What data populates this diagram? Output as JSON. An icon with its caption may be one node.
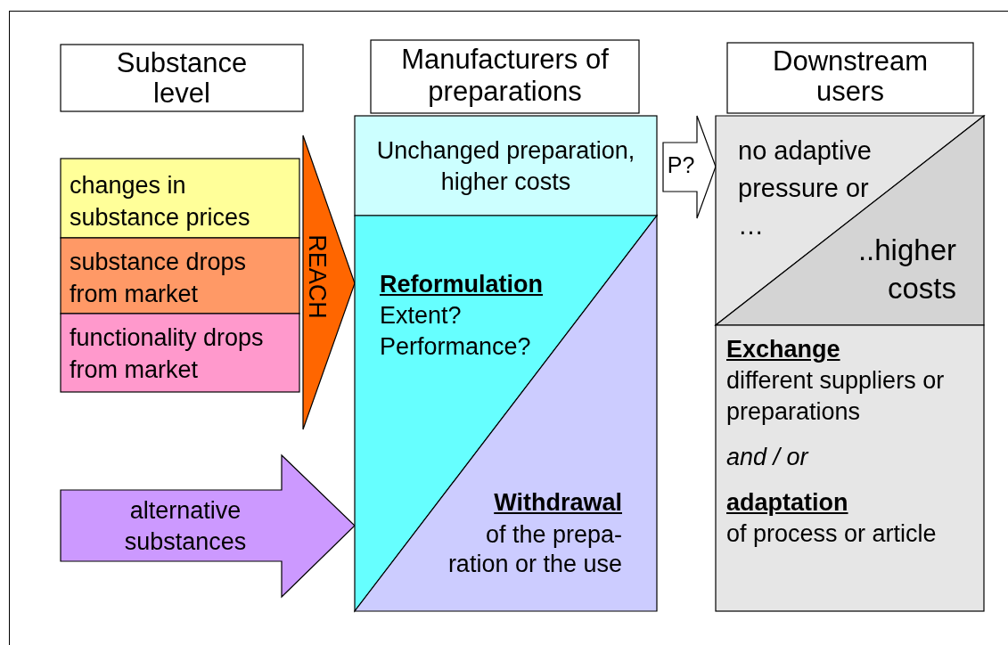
{
  "diagram": {
    "nodes": [
      {
        "text": [
          "Substance level"
        ]
      },
      {
        "text": [
          "Manufacturers of preparations"
        ]
      },
      {
        "text": [
          "Downstream users"
        ]
      },
      {
        "text": [
          "changes in substance prices"
        ]
      },
      {
        "text": [
          "substance drops from market"
        ]
      },
      {
        "text": [
          "functionality drops from market"
        ]
      },
      {
        "text": [
          "REACH"
        ]
      },
      {
        "text": [
          "alternative substances"
        ]
      },
      {
        "text": [
          "Unchanged preparation, higher costs"
        ]
      },
      {
        "text": [
          "Reformulation",
          "Extent? Performance?"
        ]
      },
      {
        "text": [
          "Withdrawal",
          "of the prepa- ration or the use"
        ]
      },
      {
        "text": [
          "P?"
        ]
      },
      {
        "text": [
          "no adaptive pressure or …"
        ]
      },
      {
        "text": [
          "..higher costs"
        ]
      },
      {
        "text": [
          "Exchange",
          "different suppliers or preparations",
          "and / or",
          "adaptation",
          "of process or article"
        ]
      }
    ]
  }
}
